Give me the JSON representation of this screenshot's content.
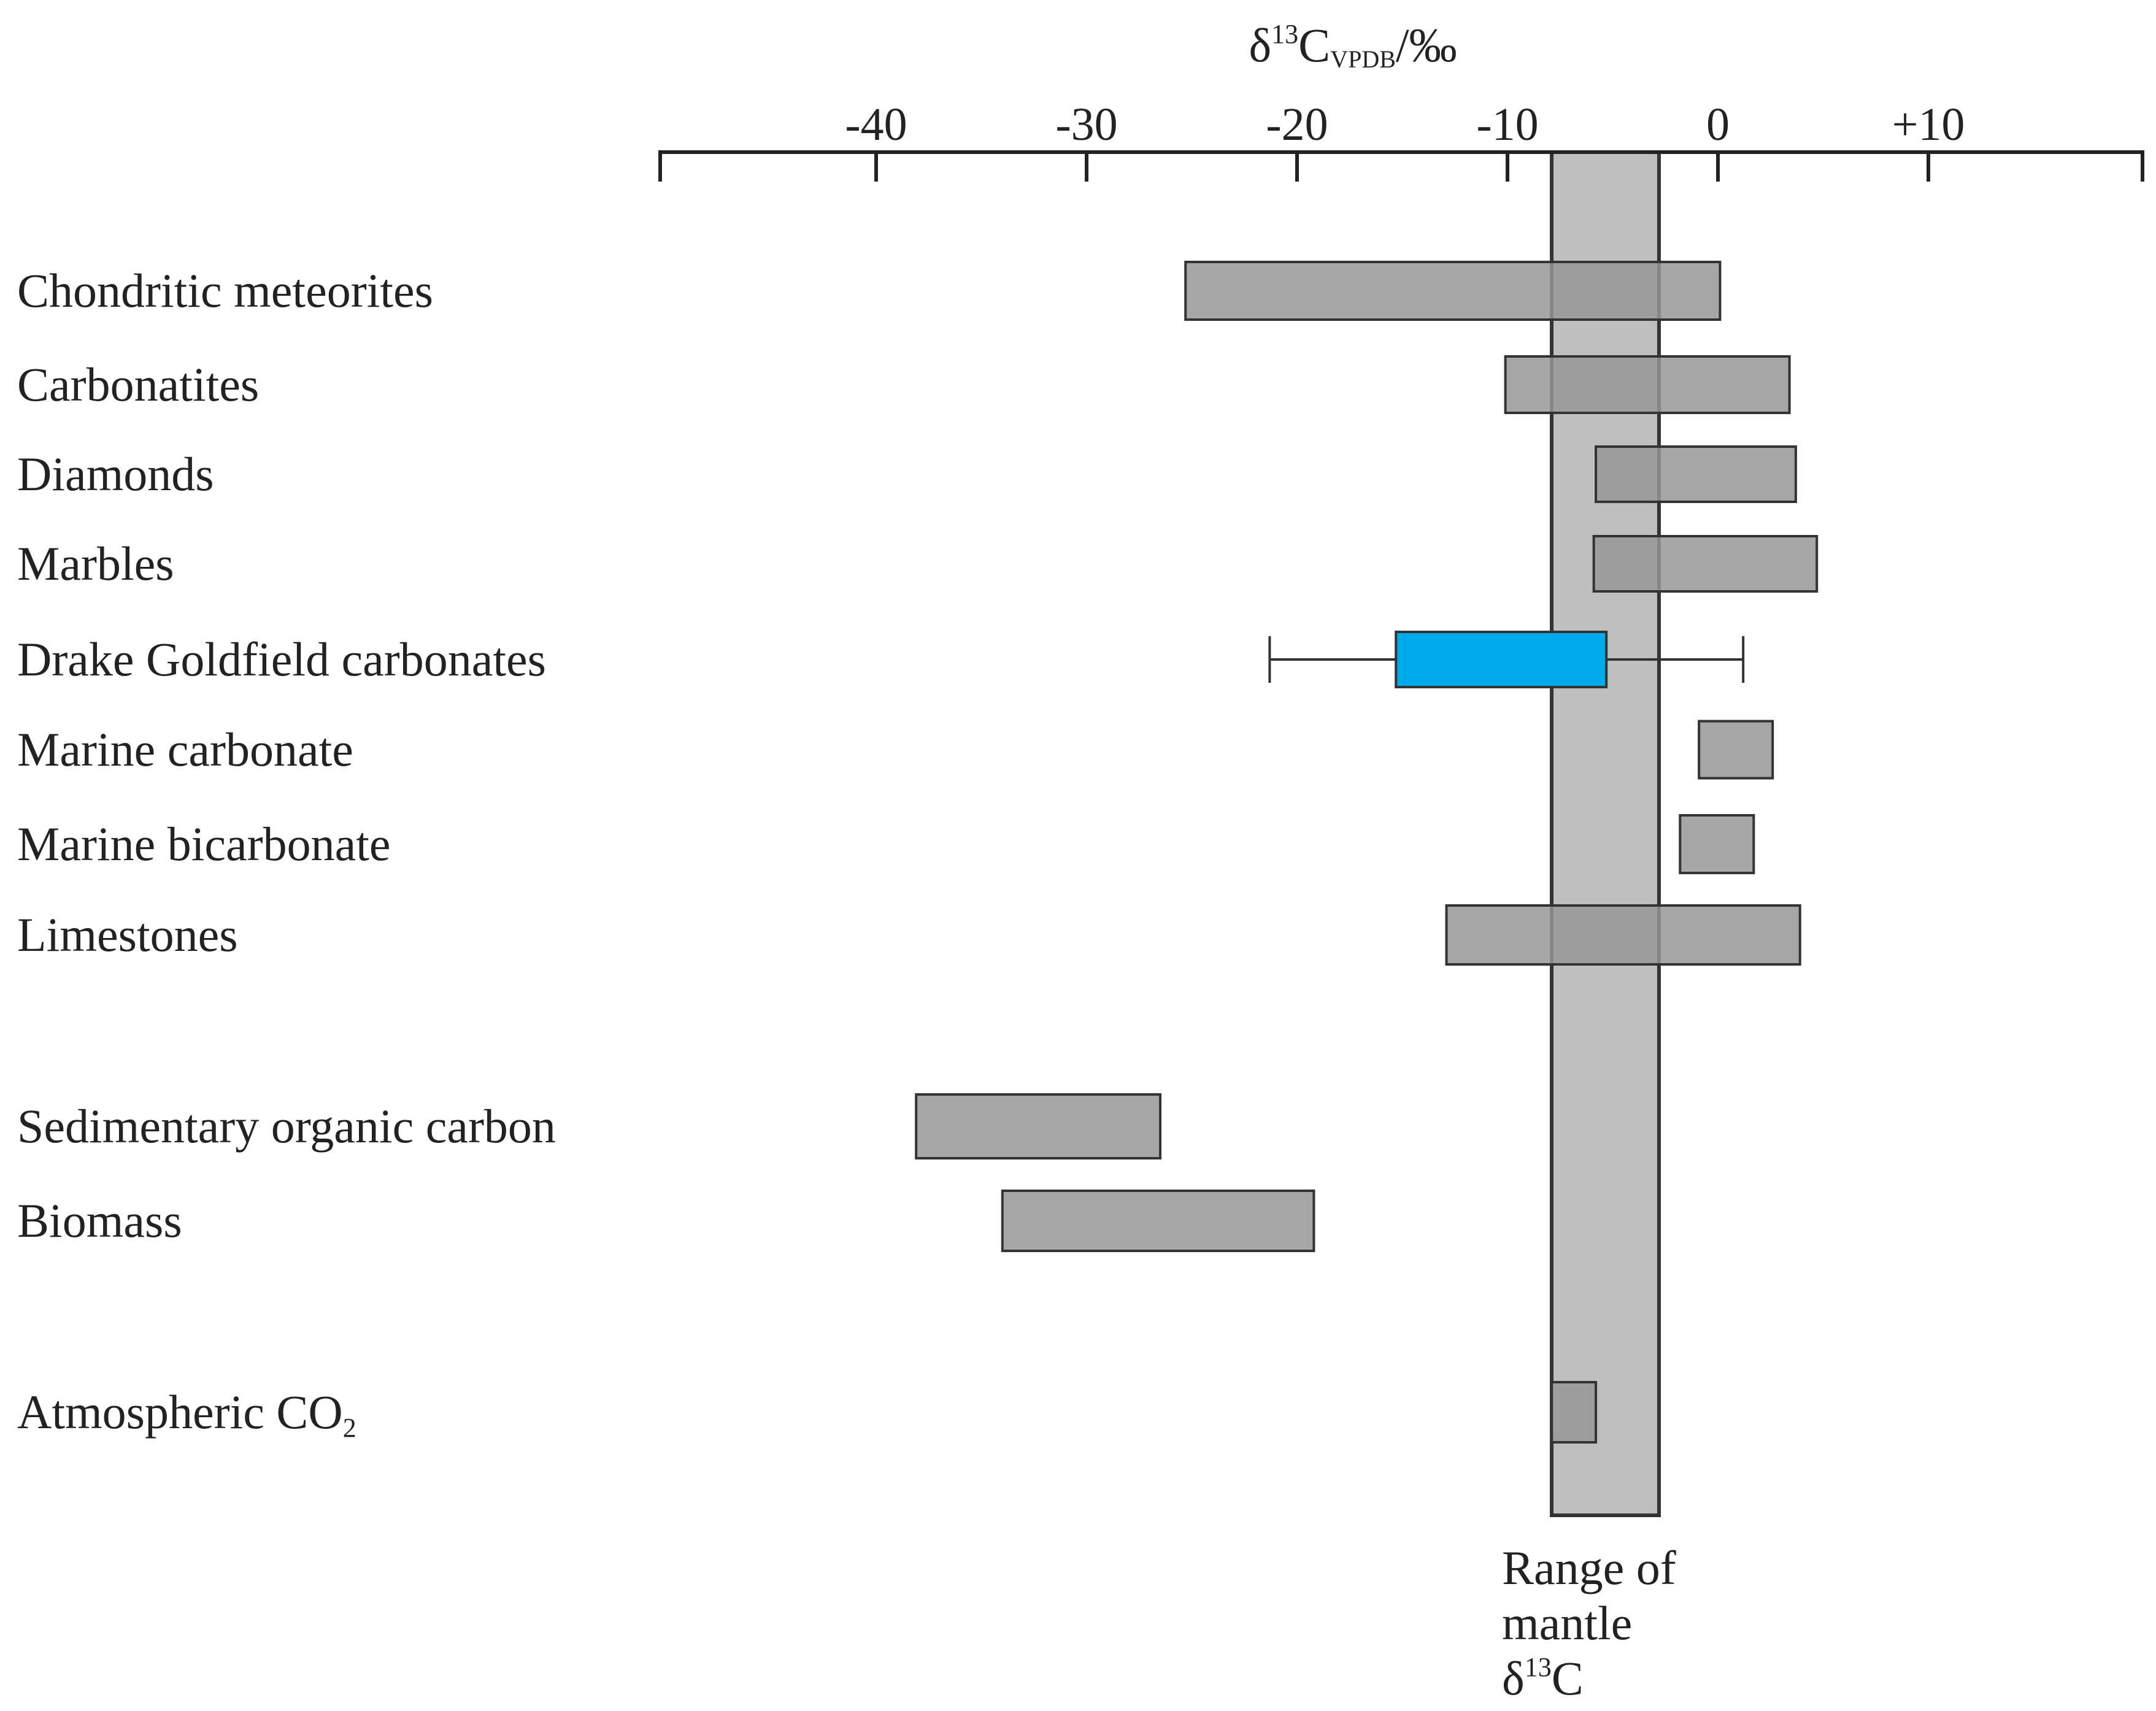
{
  "chart_data": {
    "type": "bar",
    "subtype": "floating-range",
    "title_parts": {
      "delta": "δ",
      "sup": "13",
      "base": "C",
      "sub": "VPDB",
      "unit": "/‰"
    },
    "x_ticks": [
      {
        "value": -40,
        "label": "-40"
      },
      {
        "value": -30,
        "label": "-30"
      },
      {
        "value": -20,
        "label": "-20"
      },
      {
        "value": -10,
        "label": "-10"
      },
      {
        "value": 0,
        "label": "0"
      },
      {
        "value": 10,
        "label": "+10"
      }
    ],
    "x_range": [
      -50,
      20
    ],
    "axis_position": "top",
    "grid": false,
    "ranges": [
      {
        "label": "Chondritic meteorites",
        "min": -25.3,
        "max": 0.1
      },
      {
        "label": "Carbonatites",
        "min": -10.1,
        "max": 3.4
      },
      {
        "label": "Diamonds",
        "min": -5.8,
        "max": 3.7
      },
      {
        "label": "Marbles",
        "min": -5.9,
        "max": 4.7
      },
      {
        "label": "Drake Goldfield carbonates",
        "min": -15.3,
        "max": -5.3,
        "whisker_min": -21.3,
        "whisker_max": 1.2,
        "highlight": true
      },
      {
        "label": "Marine carbonate",
        "min": -0.9,
        "max": 2.6
      },
      {
        "label": "Marine bicarbonate",
        "min": -1.8,
        "max": 1.7
      },
      {
        "label": "Limestones",
        "min": -12.9,
        "max": 3.9
      },
      {
        "label": "Sedimentary organic carbon",
        "min": -38.1,
        "max": -26.5
      },
      {
        "label": "Biomass",
        "min": -34.0,
        "max": -19.2
      },
      {
        "label": "Atmospheric CO",
        "label_sub": "2",
        "min": -7.9,
        "max": -5.8
      }
    ],
    "mantle_band": {
      "min": -7.9,
      "max": -2.8,
      "label_lines": [
        "Range of",
        "mantle"
      ],
      "label_delta": {
        "delta": "δ",
        "sup": "13",
        "base": "C"
      }
    },
    "colors": {
      "bar": "#979797",
      "highlight": "#00aaea",
      "band": "#bfbfbf",
      "stroke": "#333333"
    }
  }
}
